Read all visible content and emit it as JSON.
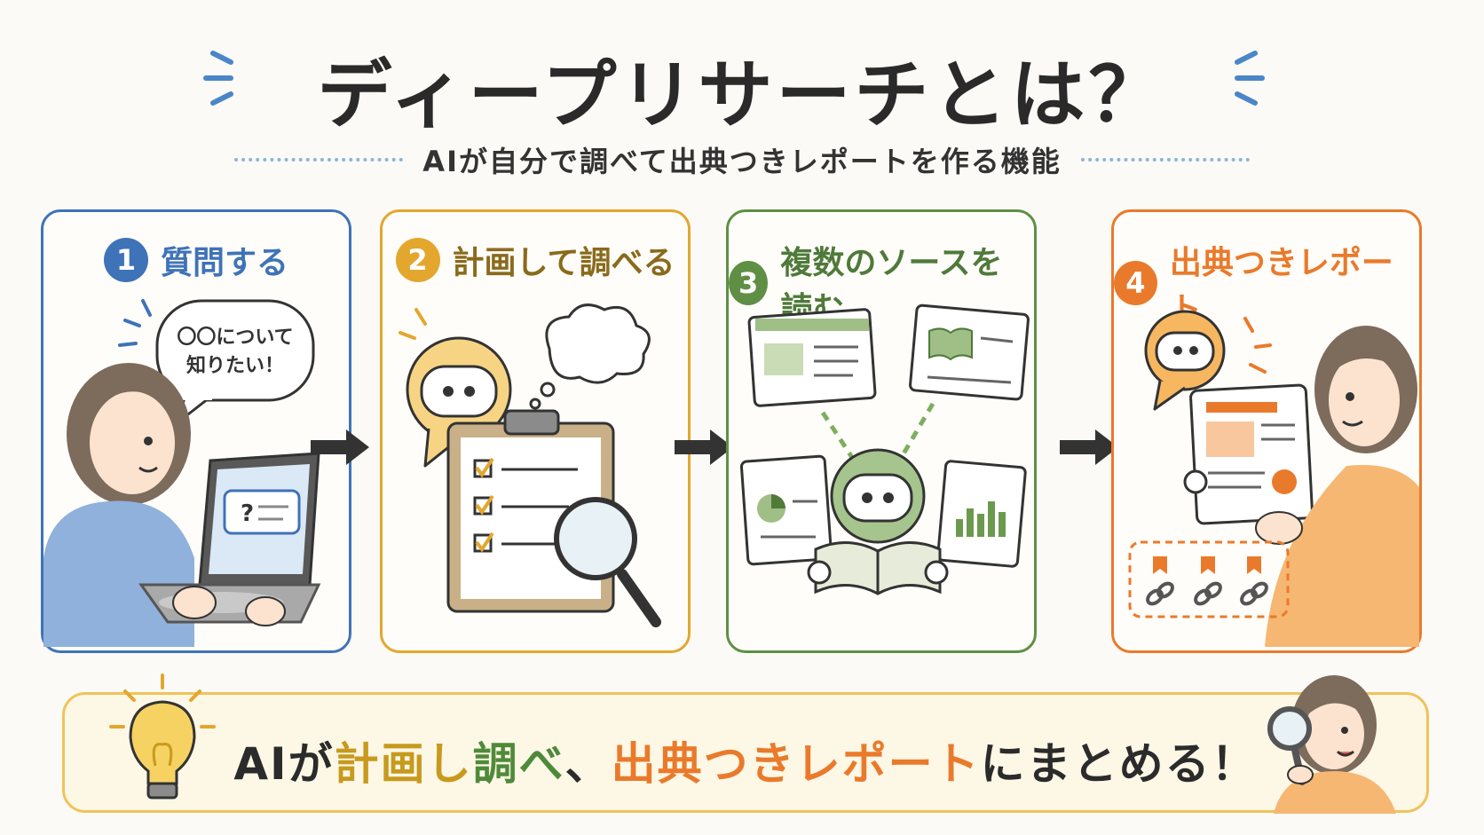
{
  "header": {
    "title": "ディープリサーチとは？",
    "subtitle": "AIが自分で調べて出典つきレポートを作る機能"
  },
  "steps": [
    {
      "number": "1",
      "title": "質問する",
      "color": "#3f73b8",
      "bubble_line1": "〇〇について",
      "bubble_line2": "知りたい！",
      "screen_glyph": "?"
    },
    {
      "number": "2",
      "title": "計画して調べる",
      "color": "#e3a72e"
    },
    {
      "number": "3",
      "title": "複数のソースを読む",
      "color": "#5f8f45"
    },
    {
      "number": "4",
      "title": "出典つきレポート",
      "color": "#ea7a2b"
    }
  ],
  "summary": {
    "part1": "AIが",
    "part2": "計画し",
    "part3": "調べ",
    "part4": "、",
    "part5": "出典つきレポート",
    "part6": "にまとめる！"
  },
  "colors": {
    "blue": "#3f73b8",
    "yellow": "#e3a72e",
    "green": "#5f8f45",
    "orange": "#ea7a2b",
    "banner_border": "#f0c35a"
  },
  "icons": [
    "sparkle-icon",
    "arrow-right-icon",
    "speech-bubble-icon",
    "laptop-icon",
    "robot-icon",
    "thought-cloud-icon",
    "clipboard-icon",
    "magnifier-icon",
    "web-page-icon",
    "book-icon",
    "bar-chart-icon",
    "pie-chart-icon",
    "bookmark-icon",
    "link-icon",
    "lightbulb-icon"
  ]
}
